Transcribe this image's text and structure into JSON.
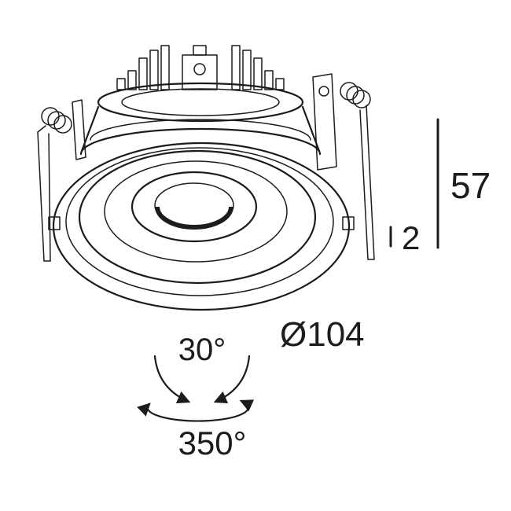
{
  "drawing": {
    "kind": "technical-line-drawing",
    "subject": "recessed-gimbal-downlight-fixture",
    "line_color": "#1c1c1c",
    "background_color": "#ffffff",
    "labels": {
      "height": "57",
      "trim_height": "2",
      "diameter": "Ø104",
      "tilt": "30°",
      "rotation": "350°"
    }
  }
}
